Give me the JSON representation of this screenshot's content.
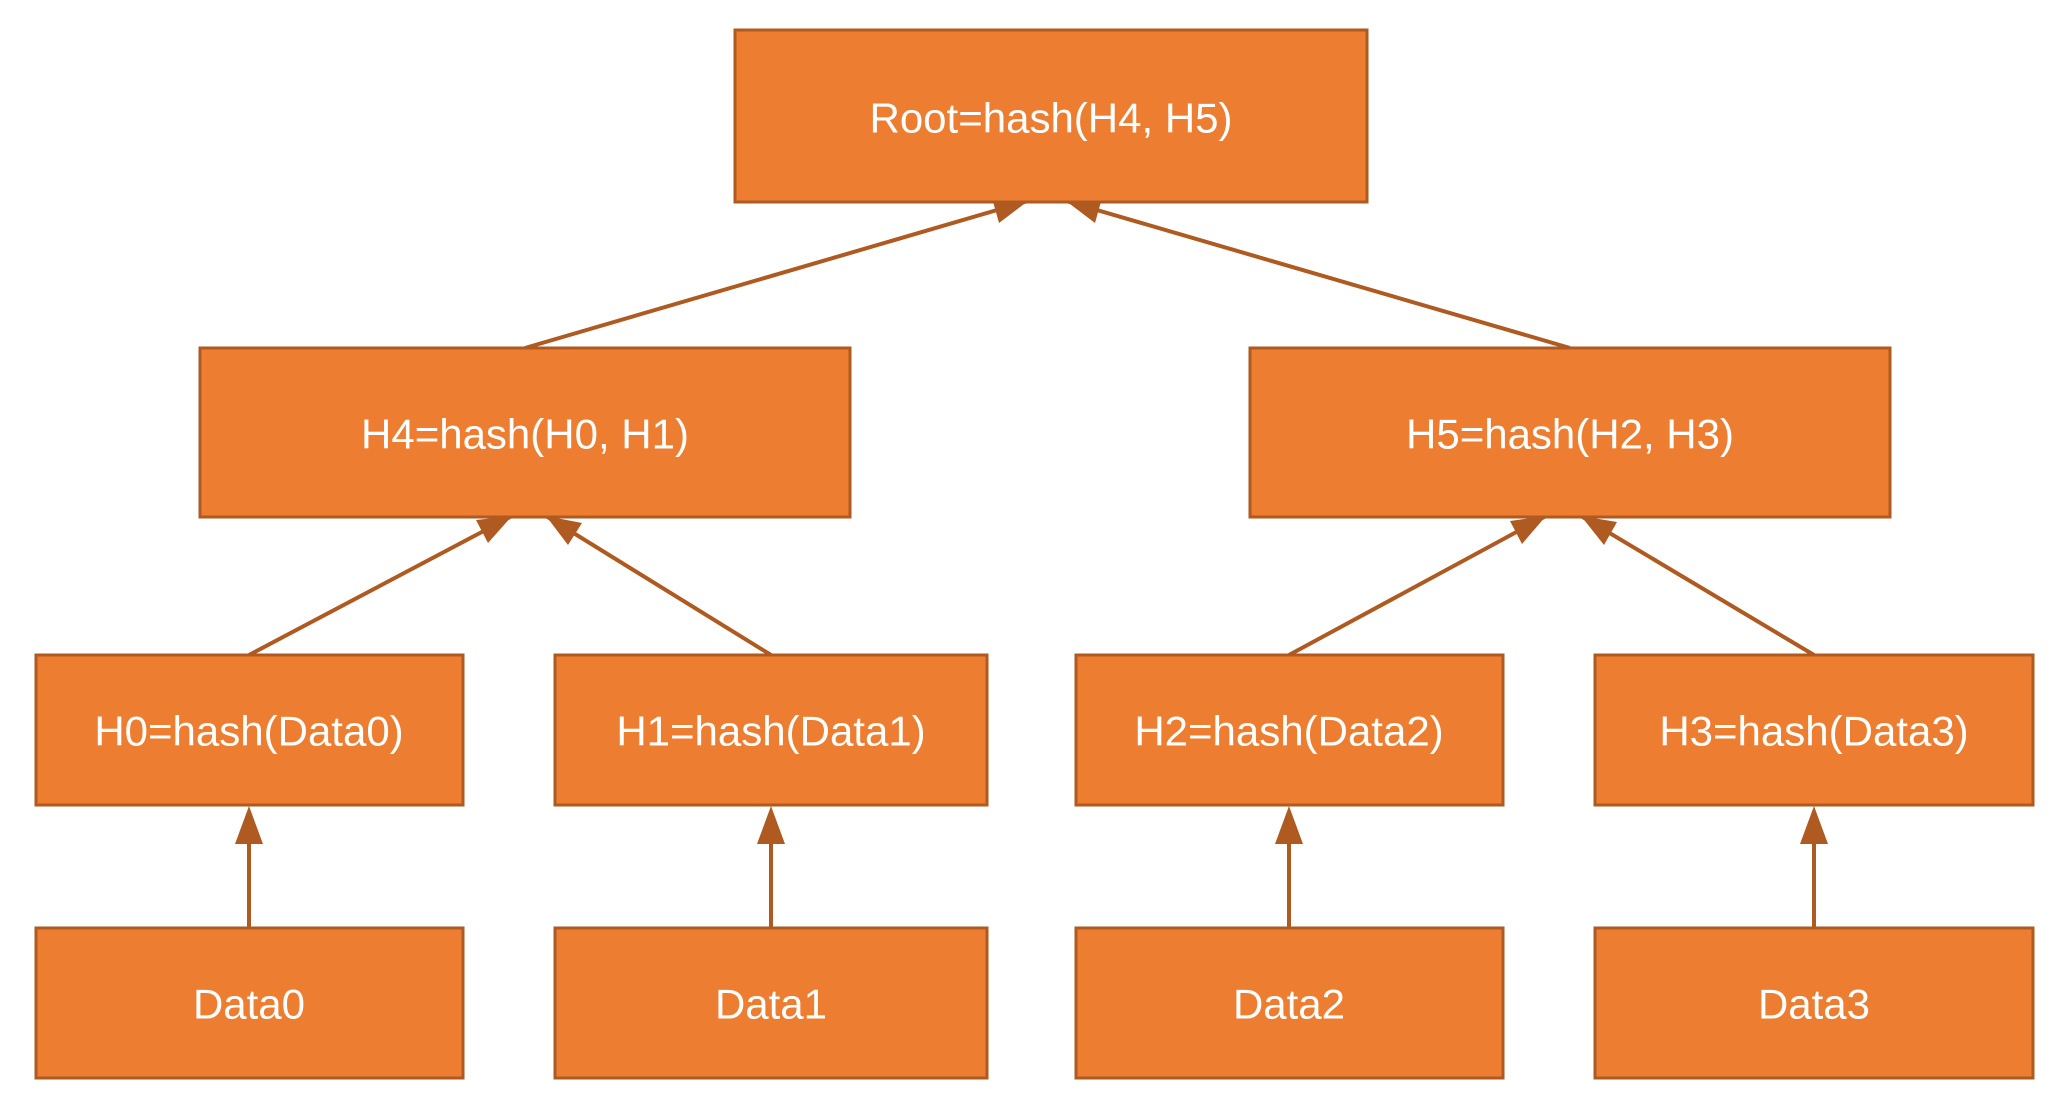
{
  "diagram_type": "merkle-tree",
  "nodes": {
    "root": {
      "label": "Root=hash(H4, H5)"
    },
    "h4": {
      "label": "H4=hash(H0, H1)"
    },
    "h5": {
      "label": "H5=hash(H2, H3)"
    },
    "h0": {
      "label": "H0=hash(Data0)"
    },
    "h1": {
      "label": "H1=hash(Data1)"
    },
    "h2": {
      "label": "H2=hash(Data2)"
    },
    "h3": {
      "label": "H3=hash(Data3)"
    },
    "data0": {
      "label": "Data0"
    },
    "data1": {
      "label": "Data1"
    },
    "data2": {
      "label": "Data2"
    },
    "data3": {
      "label": "Data3"
    }
  },
  "edges": [
    {
      "from": "h4",
      "to": "root"
    },
    {
      "from": "h5",
      "to": "root"
    },
    {
      "from": "h0",
      "to": "h4"
    },
    {
      "from": "h1",
      "to": "h4"
    },
    {
      "from": "h2",
      "to": "h5"
    },
    {
      "from": "h3",
      "to": "h5"
    },
    {
      "from": "data0",
      "to": "h0"
    },
    {
      "from": "data1",
      "to": "h1"
    },
    {
      "from": "data2",
      "to": "h2"
    },
    {
      "from": "data3",
      "to": "h3"
    }
  ],
  "colors": {
    "node_fill": "#ED7D31",
    "node_border": "#AE5A21",
    "arrow": "#AE5A21",
    "text": "#FFFFFF",
    "background": "#FFFFFF"
  }
}
